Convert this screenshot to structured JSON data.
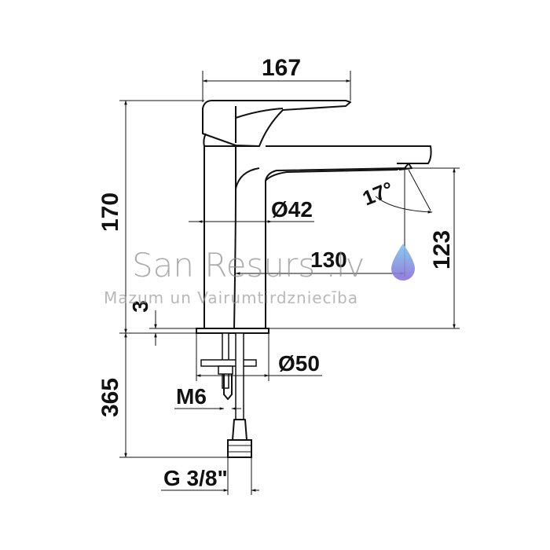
{
  "dimensions": {
    "width_167": "167",
    "height_170": "170",
    "diameter_42": "Ø42",
    "angle_17": "17°",
    "reach_130": "130",
    "height_123": "123",
    "gap_3": "3",
    "diameter_50": "Ø50",
    "length_365": "365",
    "thread_m6": "M6",
    "connection_g38": "G 3/8\""
  },
  "watermark": {
    "title": "San Resurs .lv",
    "subtitle": "Mazum un Vairumtirdzniecība"
  },
  "colors": {
    "line": "#111111",
    "watermark_text": "#8a8a8a",
    "drop_top": "#7fc4ef",
    "drop_bottom": "#8a6fd6"
  }
}
